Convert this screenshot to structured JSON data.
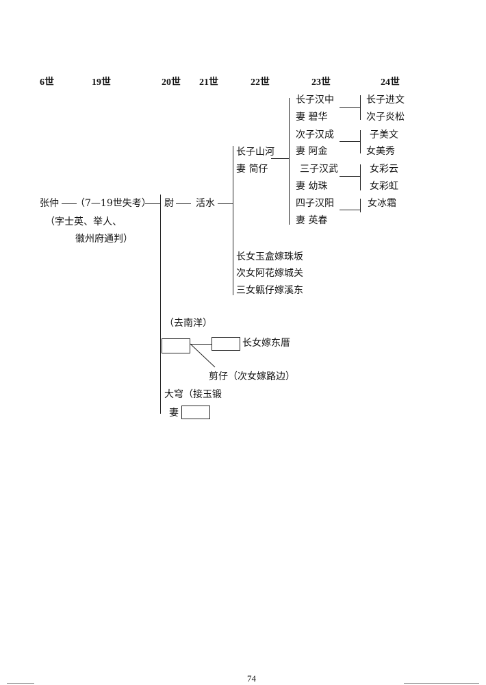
{
  "generations": [
    "6世",
    "19世",
    "20世",
    "21世",
    "22世",
    "23世",
    "24世"
  ],
  "ancestor": {
    "name": "张仲",
    "lineage_note": "（7—19世失考）",
    "detail_line1": "（字士英、举人、",
    "detail_line2": "徽州府通判）"
  },
  "gen20": "尉",
  "gen21": "活水",
  "gen22": {
    "son": "长子山河",
    "wife": "妻  简仔",
    "daughters": [
      "长女玉盒嫁珠坂",
      "次女阿花嫁城关",
      "三女甈仔嫁溪东"
    ]
  },
  "gen23": [
    {
      "son": "长子汉中",
      "wife": "妻  碧华"
    },
    {
      "son": "次子汉成",
      "wife": "妻  阿金"
    },
    {
      "son": "三子汉武",
      "wife": "妻  幼珠"
    },
    {
      "son": "四子汉阳",
      "wife": "妻   英春"
    }
  ],
  "gen24": [
    "长子进文",
    "次子炎松",
    "子美文",
    "女美秀",
    "女彩云",
    "女彩虹",
    "女冰霜"
  ],
  "branch2": {
    "note": "（去南洋）",
    "daughter1": "长女嫁东厝",
    "child2": "剪仔（次女嫁路边）"
  },
  "branch3": {
    "name": "大穹（接玉锻",
    "wife_label": "妻"
  },
  "page_number": "74"
}
